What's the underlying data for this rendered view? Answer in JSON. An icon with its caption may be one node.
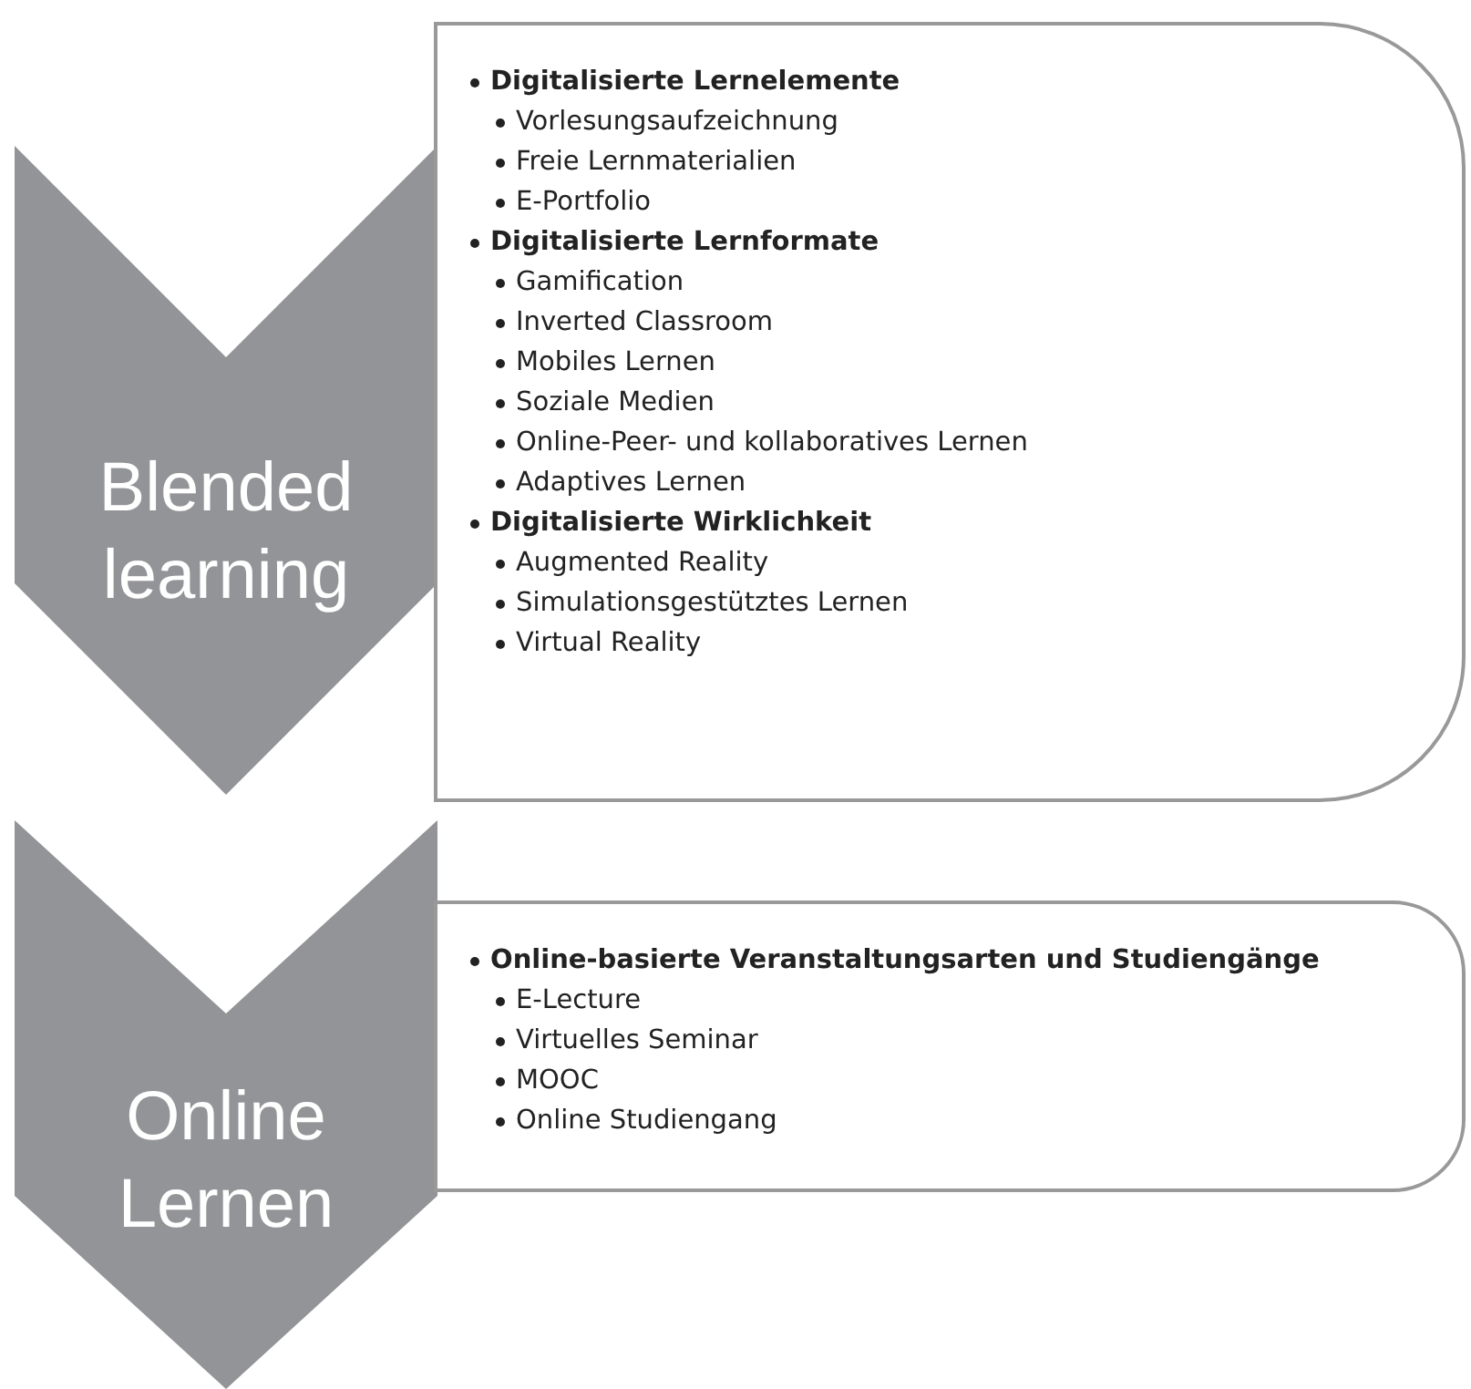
{
  "diagram": {
    "nodes": [
      {
        "text": [
          "Blended learning"
        ]
      },
      {
        "text": [],
        "shape": "box"
      },
      {
        "text": [
          "Digitalisierte Lernelemente",
          "Vorlesungsaufzeichnung",
          "Freie Lernmaterialien",
          "E-Portfolio"
        ],
        "in": 1
      },
      {
        "text": [
          "Digitalisierte Lernformate",
          "Gamification",
          "Inverted Classroom",
          "Mobiles Lernen",
          "Soziale Medien",
          "Online-Peer- und kollaboratives Lernen",
          "Adaptives Lernen"
        ],
        "in": 1
      },
      {
        "text": [
          "Digitalisierte Wirklichkeit",
          "Augmented Reality",
          "Simulationsgestütztes Lernen",
          "Virtual Reality"
        ],
        "in": 1
      },
      {
        "text": [
          "Online Lernen"
        ]
      },
      {
        "text": [],
        "shape": "box"
      },
      {
        "text": [
          "Online-basierte Veranstaltungsarten und Studiengänge",
          "E-Lecture",
          "Virtuelles Seminar",
          "MOOC",
          "Online Studiengang"
        ],
        "in": 6
      }
    ],
    "edges": []
  }
}
